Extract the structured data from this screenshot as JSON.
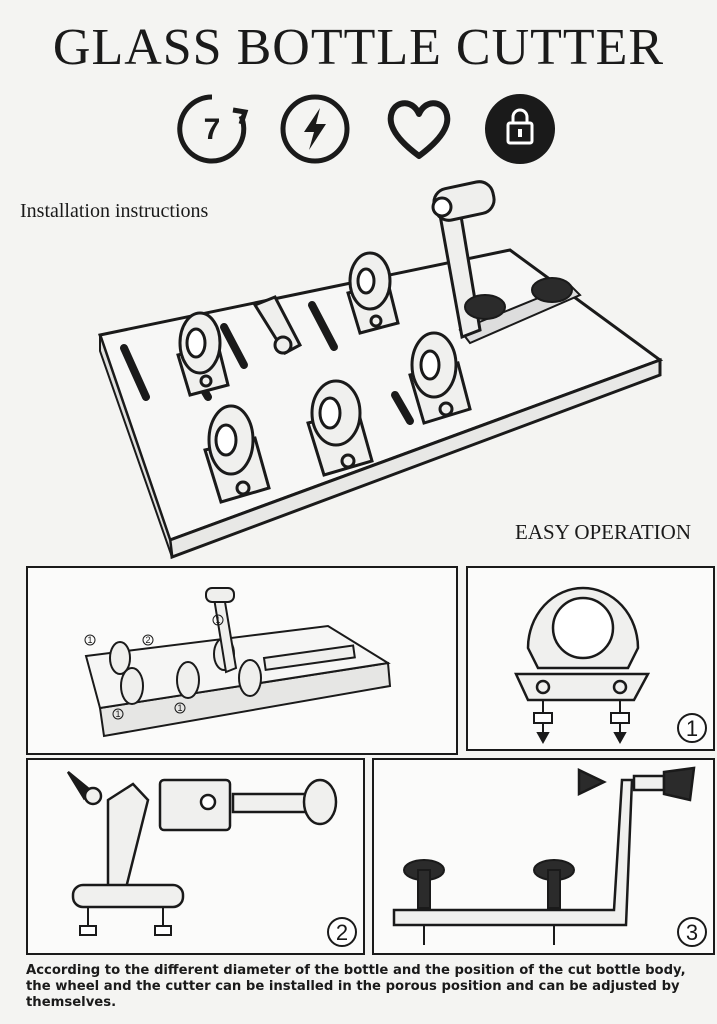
{
  "title": "GLASS BOTTLE CUTTER",
  "feature_icons": [
    {
      "name": "seven-day-return-icon",
      "label": "7"
    },
    {
      "name": "lightning-icon"
    },
    {
      "name": "heart-icon"
    },
    {
      "name": "lock-icon"
    }
  ],
  "section_installation": "Installation instructions",
  "section_operation": "EASY OPERATION",
  "steps": [
    {
      "number": "1"
    },
    {
      "number": "2"
    },
    {
      "number": "3"
    }
  ],
  "exploded_callouts": [
    "1",
    "2",
    "1",
    "1",
    "1"
  ],
  "footer_text": "According to the different diameter of the bottle and the position of the cut bottle body, the wheel and the cutter can be installed in the porous position and can be adjusted by themselves."
}
